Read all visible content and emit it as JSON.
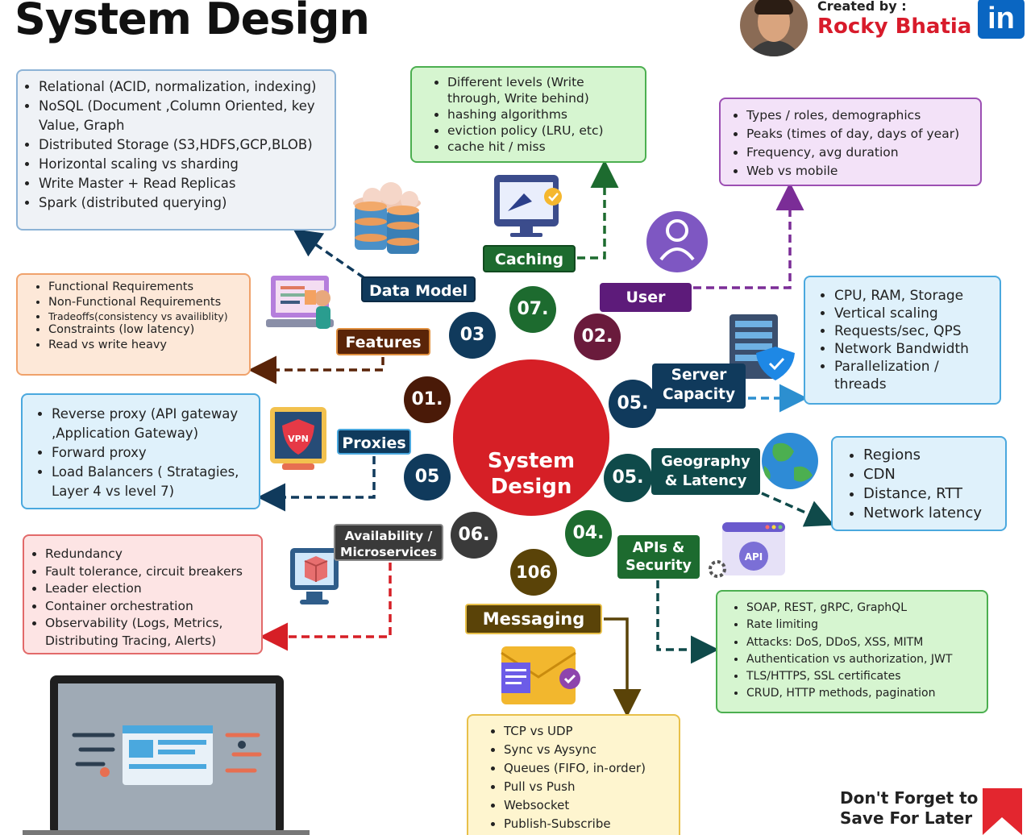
{
  "header": {
    "title": "System Design",
    "created_by": "Created by :",
    "author": "Rocky Bhatia",
    "linkedin": "in"
  },
  "center": {
    "line1": "System",
    "line2": "Design"
  },
  "topics": {
    "data_model": {
      "label": "Data Model",
      "items": [
        "Relational (ACID, normalization, indexing)",
        "NoSQL (Document ,Column Oriented, key Value, Graph",
        "Distributed Storage (S3,HDFS,GCP,BLOB)",
        "Horizontal scaling vs sharding",
        "Write Master + Read Replicas",
        "Spark (distributed querying)"
      ]
    },
    "caching": {
      "label": "Caching",
      "items": [
        "Different levels (Write through, Write behind)",
        "hashing algorithms",
        "eviction policy (LRU, etc)",
        "cache hit / miss"
      ]
    },
    "user": {
      "label": "User",
      "items": [
        "Types / roles, demographics",
        "Peaks (times of day, days of year)",
        "Frequency, avg duration",
        "Web vs mobile"
      ]
    },
    "features": {
      "label": "Features",
      "items": [
        "Functional Requirements",
        "Non-Functional Requirements",
        "Tradeoffs(consistency vs availiblity)",
        "Constraints (low latency)",
        "Read vs write heavy"
      ]
    },
    "server_capacity": {
      "label_line1": "Server",
      "label_line2": "Capacity",
      "items": [
        "CPU, RAM, Storage",
        "Vertical scaling",
        "Requests/sec, QPS",
        "Network Bandwidth",
        "Parallelization / threads"
      ]
    },
    "proxies": {
      "label": "Proxies",
      "items": [
        "Reverse proxy (API gateway ,Application Gateway)",
        "Forward proxy",
        "Load Balancers ( Stratagies, Layer 4 vs level 7)"
      ]
    },
    "geography": {
      "label_line1": "Geography",
      "label_line2": "& Latency",
      "items": [
        "Regions",
        "CDN",
        "Distance, RTT",
        "Network latency"
      ]
    },
    "availability": {
      "label_line1": "Availability /",
      "label_line2": "Microservices",
      "items": [
        "Redundancy",
        "Fault tolerance, circuit breakers",
        "Leader election",
        "Container orchestration",
        "Observability (Logs, Metrics, Distributing Tracing, Alerts)"
      ]
    },
    "apis": {
      "label_line1": "APIs &",
      "label_line2": "Security",
      "items": [
        "SOAP, REST, gRPC, GraphQL",
        "Rate limiting",
        "Attacks: DoS, DDoS, XSS, MITM",
        "Authentication vs authorization, JWT",
        "TLS/HTTPS, SSL certificates",
        "CRUD, HTTP methods, pagination"
      ]
    },
    "messaging": {
      "label": "Messaging",
      "items": [
        "TCP vs UDP",
        "Sync vs Aysync",
        "Queues (FIFO, in-order)",
        "Pull vs Push",
        "Websocket",
        "Publish-Subscribe"
      ]
    }
  },
  "numbers": {
    "n07": "07.",
    "n03": "03",
    "n02": "02.",
    "n01": "01.",
    "n05_server": "05.",
    "n05_proxy": "05",
    "n05_geo": "05.",
    "n06": "06.",
    "n04": "04.",
    "n106": "106"
  },
  "footer": {
    "line1": "Don't Forget to",
    "line2": "Save For Later"
  },
  "icons": {
    "database": "database-stack-icon",
    "monitor_cache": "monitor-checklist-icon",
    "user": "user-avatar-icon",
    "features": "developer-workspace-icon",
    "server": "server-rack-shield-icon",
    "vpn": "vpn-shield-icon",
    "globe": "globe-icon",
    "cube": "cube-monitor-icon",
    "api": "api-gear-icon",
    "mail": "envelope-check-icon",
    "laptop": "laptop-illustration-icon",
    "bookmark": "bookmark-icon"
  }
}
